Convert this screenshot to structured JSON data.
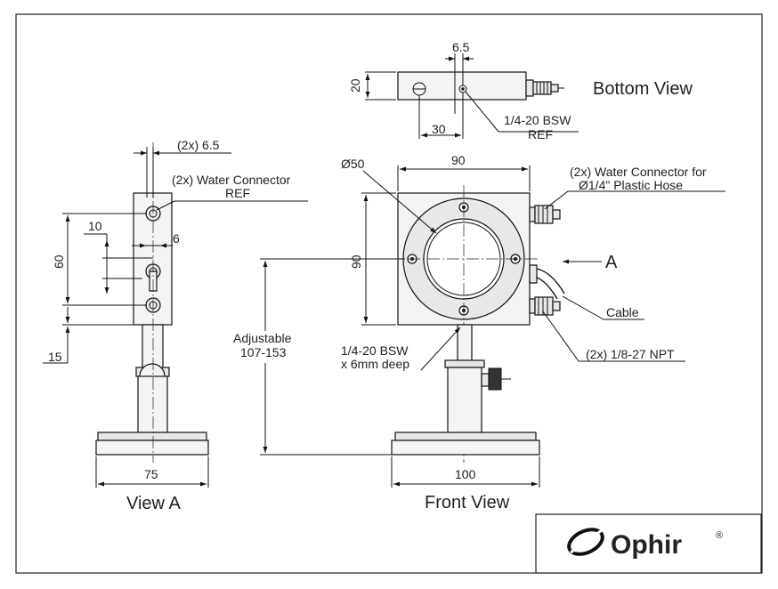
{
  "views": {
    "bottom": "Bottom View",
    "front": "Front View",
    "side": "View A"
  },
  "bottom_view": {
    "dim_hole_offset": "6.5",
    "dim_height": "20",
    "dim_hole_pos": "30",
    "thread_line1": "1/4-20 BSW",
    "thread_line2": "REF"
  },
  "side_view": {
    "connector_dim": "(2x) 6.5",
    "connector_line1": "(2x) Water Connector",
    "connector_line2": "REF",
    "dim_10": "10",
    "dim_6": "6",
    "dim_60": "60",
    "dim_15": "15",
    "base_width": "75"
  },
  "front_view": {
    "aperture": "Ø50",
    "head_width": "90",
    "head_height": "90",
    "water_line1": "(2x) Water Connector for",
    "water_line2": "Ø1/4\" Plastic Hose",
    "view_arrow": "A",
    "cable": "Cable",
    "npt": "(2x) 1/8-27 NPT",
    "adjust_line1": "Adjustable",
    "adjust_line2": "107-153",
    "mount_line1": "1/4-20 BSW",
    "mount_line2": "x 6mm deep",
    "base_width": "100"
  },
  "logo": {
    "name": "Ophir",
    "mark": "®"
  }
}
